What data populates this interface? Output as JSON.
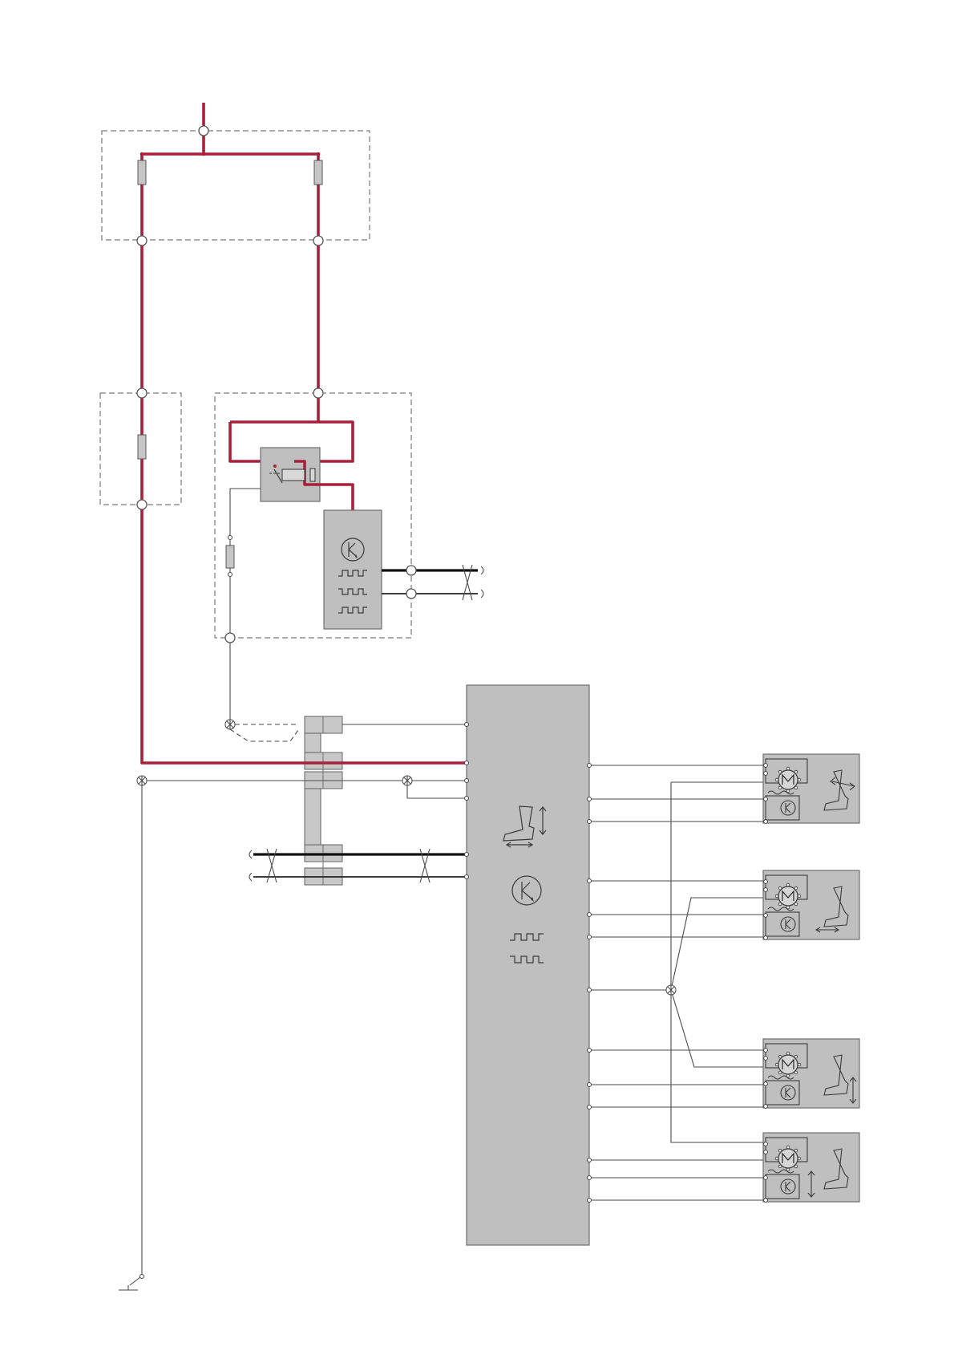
{
  "diagram": {
    "labels": [],
    "colors": {
      "power_wire": "#a8213b",
      "signal_wire": "#4a4a4a",
      "bus_wire": "#111111",
      "module_fill": "#bfbfbf",
      "dashed_box": "#7a7a7a"
    },
    "icons": [
      "fuse-icon",
      "relay-icon",
      "transistor-icon",
      "square-wave-icon",
      "motor-icon",
      "sensor-k-icon",
      "seat-adjust-icon",
      "twisted-pair-icon",
      "ground-switch-icon",
      "splice-icon"
    ],
    "motors": [
      "seat-tilt-motor",
      "seat-fore-aft-motor",
      "seat-height-motor",
      "seat-front-height-motor"
    ]
  }
}
